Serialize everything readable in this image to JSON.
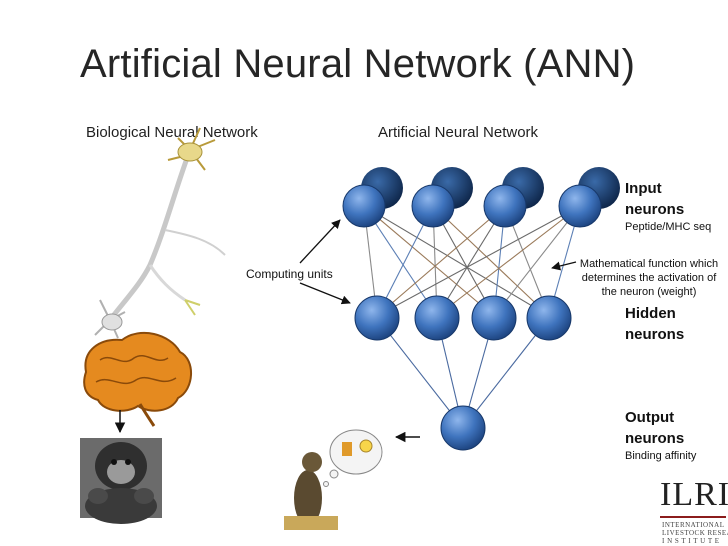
{
  "slide": {
    "title": "Artificial Neural Network (ANN)",
    "bio_heading": "Biological Neural Network",
    "ann_heading": "Artificial Neural Network",
    "computing_units": "Computing units",
    "math_function": "Mathematical function which determines the activation of the neuron (weight)"
  },
  "layers": {
    "input": {
      "title": "Input neurons",
      "subtitle": "Peptide/MHC seq"
    },
    "hidden": {
      "title": "Hidden neurons"
    },
    "output": {
      "title": "Output neurons",
      "subtitle": "Binding affinity"
    }
  },
  "logo": {
    "word": "ILRI",
    "line1": "INTERNATIONAL",
    "line2": "LIVESTOCK RESEARCH",
    "line3": "I N S T I T U T E"
  },
  "colors": {
    "node_light": "#5b8fd6",
    "node_dark": "#1f4e8c",
    "node_back": "#0f2a52",
    "edge_colors": [
      "#8a8a8a",
      "#6a6a6a",
      "#5c7fb5",
      "#9a7a5a"
    ]
  }
}
